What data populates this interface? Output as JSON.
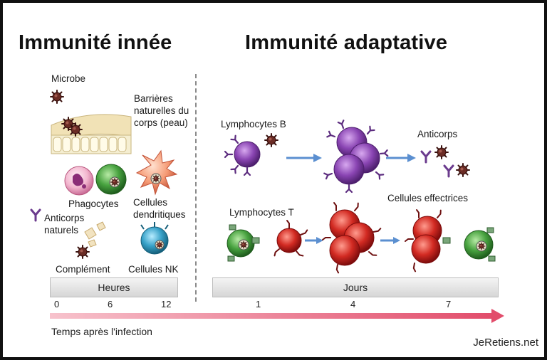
{
  "titles": {
    "innate": "Immunité innée",
    "adaptive": "Immunité adaptative"
  },
  "innate_labels": {
    "microbe": "Microbe",
    "barriers": "Barrières naturelles du corps (peau)",
    "phagocytes": "Phagocytes",
    "dendritic": "Cellules dendritiques",
    "natural_antibodies": "Anticorps naturels",
    "complement": "Complément",
    "nk_cells": "Cellules NK"
  },
  "adaptive_labels": {
    "b_lymphocytes": "Lymphocytes B",
    "antibodies": "Anticorps",
    "effector_cells": "Cellules effectrices",
    "t_lymphocytes": "Lymphocytes T"
  },
  "timeline": {
    "hours_label": "Heures",
    "days_label": "Jours",
    "hour_ticks": [
      "0",
      "6",
      "12"
    ],
    "day_ticks": [
      "1",
      "4",
      "7"
    ],
    "axis_label": "Temps après l'infection"
  },
  "brand": "JeRetiens.net",
  "icons": [
    "microbe-icon",
    "skin-barrier-icon",
    "phagocyte-icon",
    "dendritic-cell-icon",
    "nk-cell-icon",
    "b-cell-icon",
    "t-cell-icon",
    "antibody-icon",
    "complement-icon",
    "arrow-icon"
  ],
  "colors": {
    "b_cell": "#7b3fa0",
    "t_cell": "#c71f1f",
    "helper_cell": "#3f9a3a",
    "nk_cell": "#2f9cc0",
    "dendritic": "#f08a64",
    "axis_arrow": "#e8607a",
    "flow_arrow": "#5b8fd0"
  }
}
